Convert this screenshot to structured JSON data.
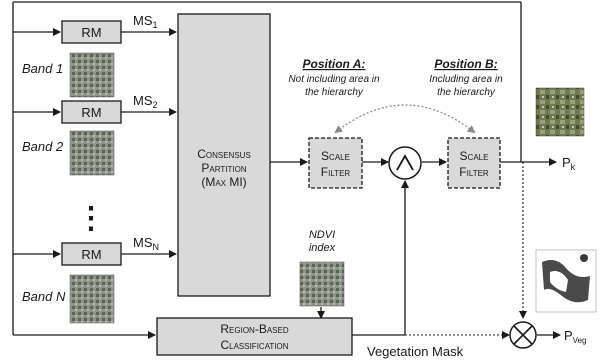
{
  "diagram": {
    "rm_blocks": [
      {
        "label": "RM",
        "band": "Band 1",
        "ms": "MS",
        "ms_sub": "1"
      },
      {
        "label": "RM",
        "band": "Band 2",
        "ms": "MS",
        "ms_sub": "2"
      },
      {
        "label": "RM",
        "band": "Band N",
        "ms": "MS",
        "ms_sub": "N"
      }
    ],
    "ellipsis": "⋮",
    "consensus": {
      "line1_big": "C",
      "line1_small": "ONSENSUS",
      "line2_big": "P",
      "line2_small": "ARTITION",
      "line3_open": "(M",
      "line3_small1": "AX",
      "line3_mid": " MI",
      "line3_close": ")"
    },
    "position_a": {
      "title": "Position A:",
      "desc1": "Not including area in",
      "desc2": "the hierarchy"
    },
    "position_b": {
      "title": "Position B:",
      "desc1": "Including area in",
      "desc2": "the hierarchy"
    },
    "scale_filter": {
      "line1_big": "S",
      "line1_small": "CALE",
      "line2_big": "F",
      "line2_small": "ILTER"
    },
    "ndvi": {
      "line1": "NDVI",
      "line2": "index"
    },
    "region": {
      "line1_big": "R",
      "line1_small": "EGION",
      "line1_dash": "-",
      "line1_big2": "B",
      "line1_small2": "ASED",
      "line2_big": "C",
      "line2_small": "LASSIFICATION"
    },
    "vegetation_mask": "Vegetation Mask",
    "pk": {
      "main": "P",
      "sub": "k"
    },
    "pveg": {
      "main": "P",
      "sub": "Veg"
    }
  },
  "colors": {
    "block_fill": "#d9d9d9",
    "line": "#1a1a1a",
    "dotted_arc": "#8a8a8a"
  },
  "icons": [
    "and-gate-icon",
    "multiply-icon"
  ]
}
